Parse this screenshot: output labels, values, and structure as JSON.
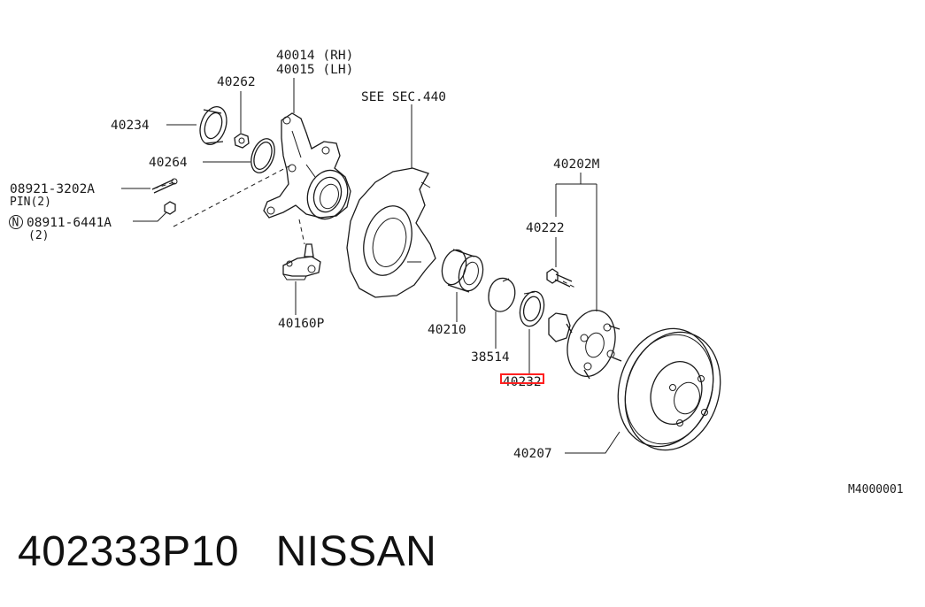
{
  "labels": {
    "p40014": "40014 (RH)",
    "p40015": "40015 (LH)",
    "p40262": "40262",
    "p40234": "40234",
    "p40264": "40264",
    "p08921": "08921-3202A",
    "pin": "PIN(2)",
    "p08911_prefix": "N",
    "p08911": "08911-6441A",
    "qty2": "(2)",
    "see_sec": "SEE SEC.440",
    "p40202m": "40202M",
    "p40222": "40222",
    "p40160p": "40160P",
    "p40210": "40210",
    "p38514": "38514",
    "p40232": "40232",
    "p40207": "40207",
    "ref_code": "M4000001"
  },
  "highlighted_part": "40232",
  "colors": {
    "line": "#1a1a1a",
    "highlight": "#ff2020",
    "background": "#ffffff"
  },
  "footer": {
    "title": "402333P10   NISSAN"
  }
}
